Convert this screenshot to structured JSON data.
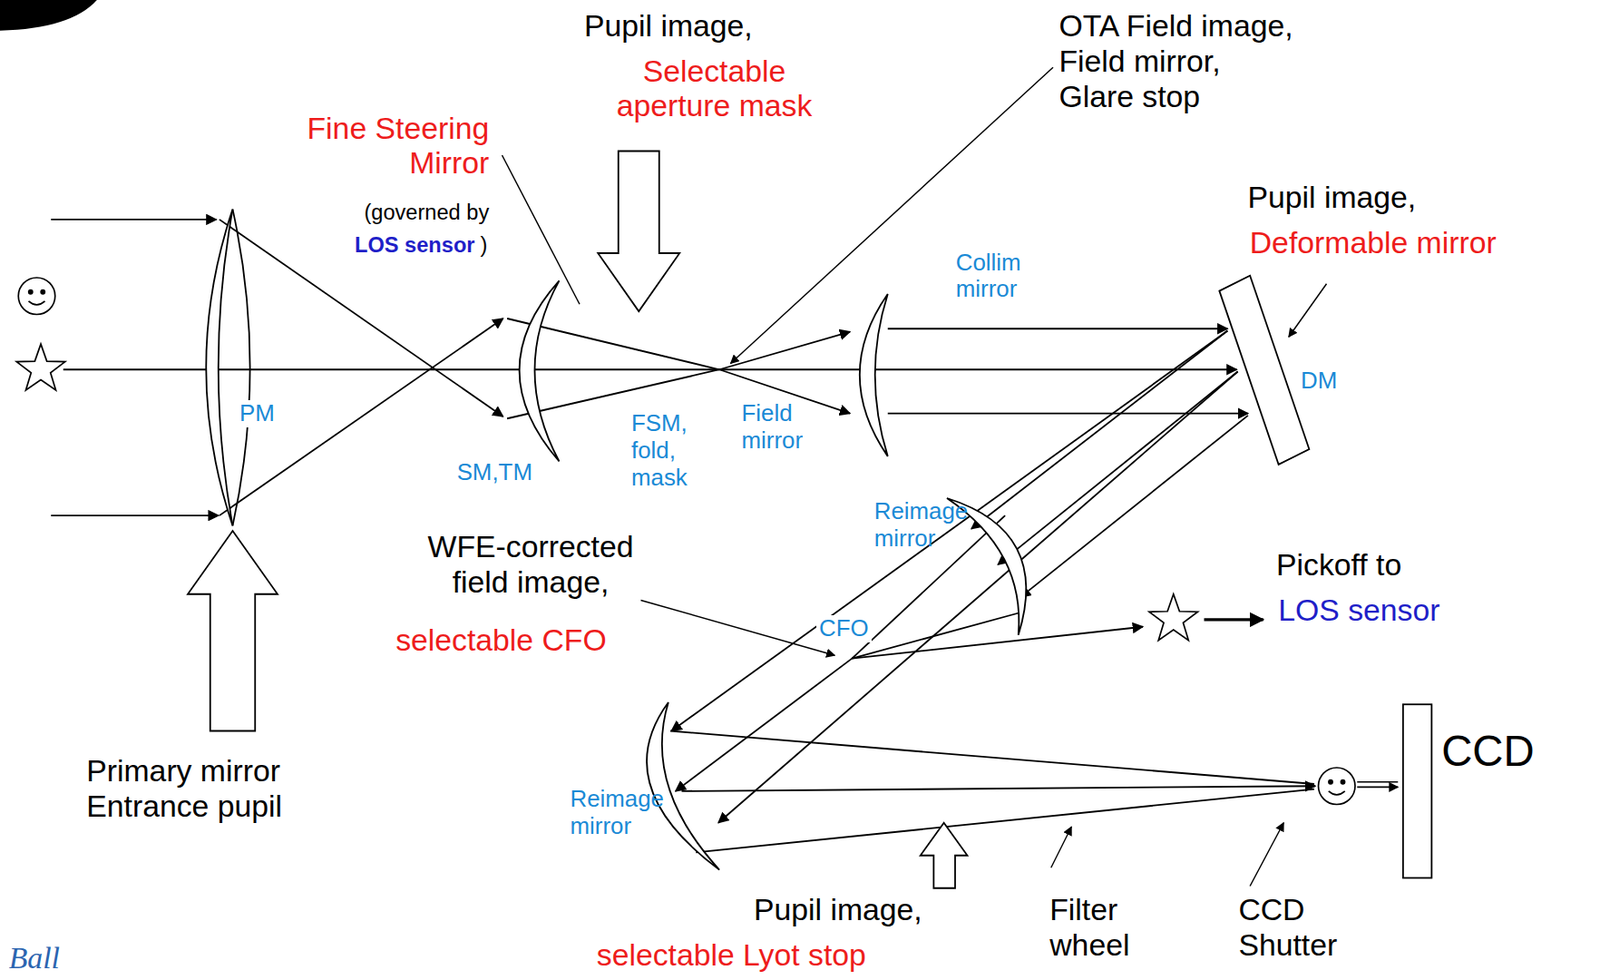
{
  "diagram": {
    "labels": [
      "Pupil image,",
      "Selectable aperture mask",
      "OTA Field image, Field mirror, Glare stop",
      "Fine Steering Mirror",
      "(governed by",
      "LOS sensor",
      ")",
      "Pupil image,",
      "Deformable mirror",
      "Collim mirror",
      "PM",
      "SM,TM",
      "FSM, fold, mask",
      "Field mirror",
      "DM",
      "Reimage mirror",
      "WFE-corrected field image,",
      "selectable CFO",
      "CFO",
      "Pickoff to",
      "LOS sensor",
      "Primary mirror Entrance pupil",
      "CCD",
      "Reimage mirror",
      "Pupil image,",
      "selectable Lyot stop",
      "Filter wheel",
      "CCD Shutter",
      "Ball"
    ]
  }
}
